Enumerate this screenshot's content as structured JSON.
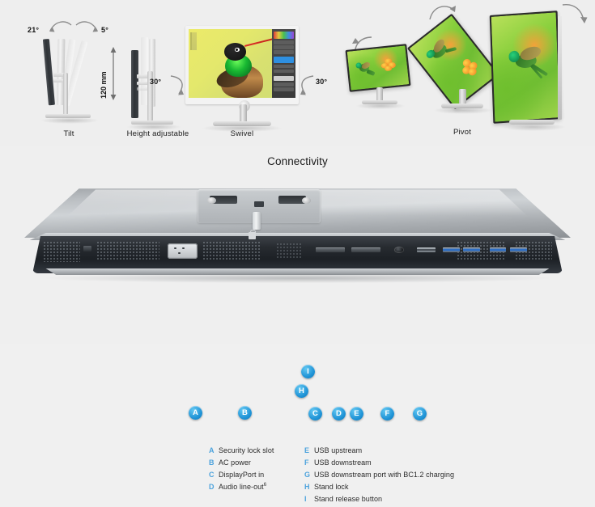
{
  "ergonomics": {
    "features": [
      {
        "id": "tilt",
        "label": "Tilt",
        "angle_left": "21°",
        "angle_right": "5°"
      },
      {
        "id": "height",
        "label": "Height adjustable",
        "travel": "120 mm"
      },
      {
        "id": "swivel",
        "label": "Swivel",
        "angle_left": "30°",
        "angle_right": "30°"
      },
      {
        "id": "pivot",
        "label": "Pivot"
      }
    ]
  },
  "connectivity": {
    "title": "Connectivity",
    "badges": [
      {
        "key": "A"
      },
      {
        "key": "B"
      },
      {
        "key": "C"
      },
      {
        "key": "D"
      },
      {
        "key": "E"
      },
      {
        "key": "F"
      },
      {
        "key": "G"
      },
      {
        "key": "H"
      },
      {
        "key": "I"
      }
    ],
    "legend_left": [
      {
        "key": "A",
        "text": "Security lock slot"
      },
      {
        "key": "B",
        "text": "AC power"
      },
      {
        "key": "C",
        "text": "DisplayPort in"
      },
      {
        "key": "D",
        "text": "Audio line-out",
        "sup": "6"
      }
    ],
    "legend_right": [
      {
        "key": "E",
        "text": "USB upstream"
      },
      {
        "key": "F",
        "text": "USB downstream"
      },
      {
        "key": "G",
        "text": "USB downstream port with BC1.2 charging"
      },
      {
        "key": "H",
        "text": "Stand lock"
      },
      {
        "key": "I",
        "text": "Stand release button"
      }
    ]
  },
  "colors": {
    "background": "#efefef",
    "badge_blue": "#1f93d6",
    "legend_key_blue": "#4da3dd",
    "text": "#1a1a1a"
  }
}
